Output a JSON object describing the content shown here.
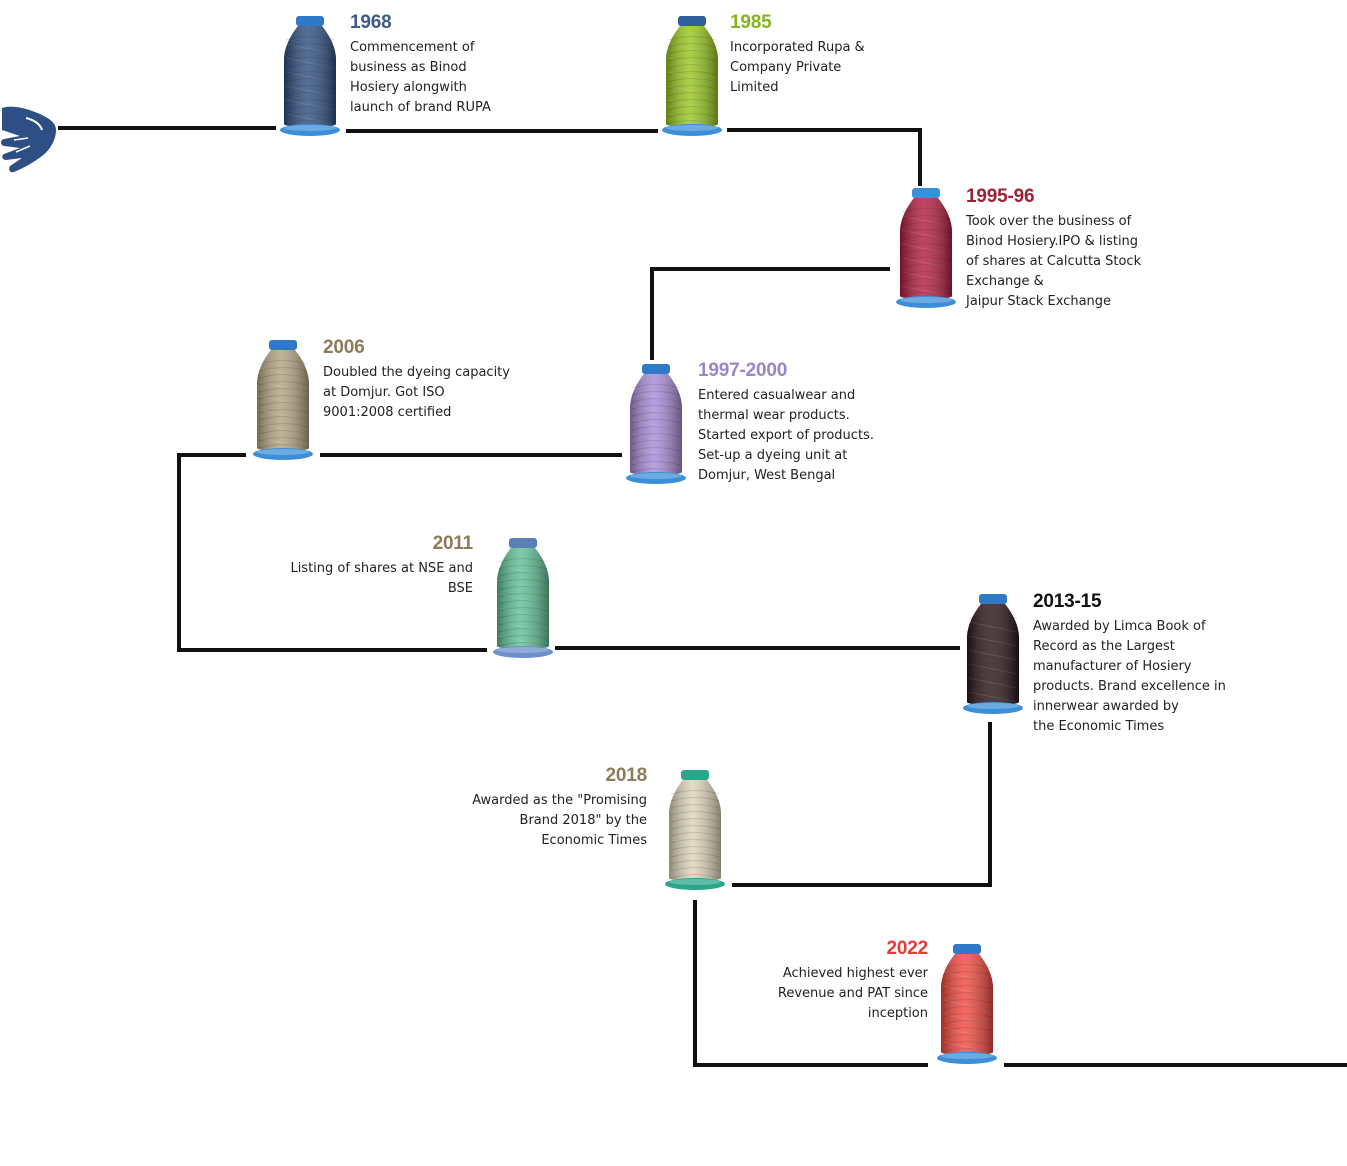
{
  "milestones": [
    {
      "id": "m1968",
      "year": "1968",
      "text": "Commencement of\nbusiness as Binod\nHosiery alongwith\nlaunch of brand RUPA",
      "color": "#3e5b86",
      "spool_body": "#2e4e7e",
      "spool_top": "#2f79c7",
      "spool_base": "#3a8fd8"
    },
    {
      "id": "m1985",
      "year": "1985",
      "text": "Incorporated Rupa &\nCompany Private\nLimited",
      "color": "#84b41e",
      "spool_body": "#97c51f",
      "spool_top": "#2c5e9c",
      "spool_base": "#3a8fd8"
    },
    {
      "id": "m1995",
      "year": "1995-96",
      "text": "Took over the business of\nBinod Hosiery.IPO & listing\nof shares at Calcutta Stock\nExchange &\nJaipur Stack Exchange",
      "color": "#9c2137",
      "spool_body": "#b11d3e",
      "spool_top": "#3a8fd8",
      "spool_base": "#3a8fd8"
    },
    {
      "id": "m1997",
      "year": "1997-2000",
      "text": "Entered casualwear and\nthermal wear products.\nStarted export of products.\nSet-up a dyeing unit at\nDomjur, West Bengal",
      "color": "#9a86c4",
      "spool_body": "#a78ad6",
      "spool_top": "#2f79c7",
      "spool_base": "#3a8fd8"
    },
    {
      "id": "m2006",
      "year": "2006",
      "text": "Doubled the dyeing capacity\nat Domjur. Got ISO\n9001:2008 certified",
      "color": "#8f7a5a",
      "spool_body": "#b3a27f",
      "spool_top": "#2f79c7",
      "spool_base": "#3a8fd8"
    },
    {
      "id": "m2011",
      "year": "2011",
      "text": "Listing of shares at NSE and\nBSE",
      "color": "#8f7a5a",
      "spool_body": "#5fbf96",
      "spool_top": "#5a7fb8",
      "spool_base": "#6d8fcc"
    },
    {
      "id": "m2013",
      "year": "2013-15",
      "text": "Awarded by Limca Book of\nRecord as the Largest\nmanufacturer of Hosiery\nproducts. Brand excellence in\ninnerwear awarded by\nthe Economic Times",
      "color": "#111111",
      "spool_body": "#2a1518",
      "spool_top": "#2f79c7",
      "spool_base": "#3a8fd8"
    },
    {
      "id": "m2018",
      "year": "2018",
      "text": "Awarded as the \"Promising\nBrand 2018\" by the\nEconomic Times",
      "color": "#8f7a5a",
      "spool_body": "#dcd2b8",
      "spool_top": "#2aa68a",
      "spool_base": "#2aa68a"
    },
    {
      "id": "m2022",
      "year": "2022",
      "text": "Achieved highest ever\nRevenue and PAT since\ninception",
      "color": "#e83a36",
      "spool_body": "#f0483f",
      "spool_top": "#2f79c7",
      "spool_base": "#3a8fd8"
    }
  ],
  "colors": {
    "line": "#111111",
    "hand": "#2e4e86"
  },
  "icons": {
    "start": "hand-pulling-thread-icon",
    "node": "thread-spool-icon"
  }
}
